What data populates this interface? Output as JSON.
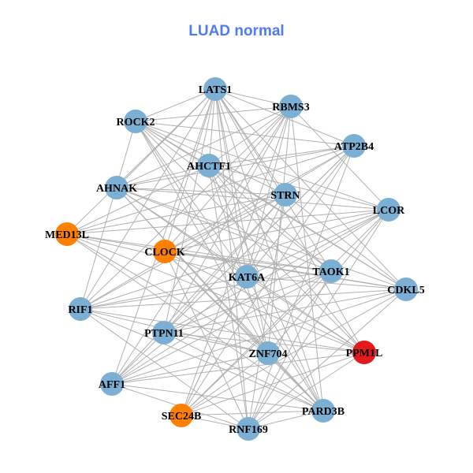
{
  "title": "LUAD normal",
  "colors": {
    "title": "#4F7CF0",
    "default": "#7BAFD4",
    "orange": "#FF7F00",
    "red": "#E41A1C",
    "edge": "#B0B0B0"
  },
  "nodes": [
    {
      "label": "LATS1",
      "color": "default"
    },
    {
      "label": "RBMS3",
      "color": "default"
    },
    {
      "label": "ROCK2",
      "color": "default"
    },
    {
      "label": "ATP2B4",
      "color": "default"
    },
    {
      "label": "AHCTF1",
      "color": "default"
    },
    {
      "label": "AHNAK",
      "color": "default"
    },
    {
      "label": "STRN",
      "color": "default"
    },
    {
      "label": "LCOR",
      "color": "default"
    },
    {
      "label": "MED13L",
      "color": "orange"
    },
    {
      "label": "CLOCK",
      "color": "orange"
    },
    {
      "label": "TAOK1",
      "color": "default"
    },
    {
      "label": "KAT6A",
      "color": "default"
    },
    {
      "label": "CDKL5",
      "color": "default"
    },
    {
      "label": "RIF1",
      "color": "default"
    },
    {
      "label": "PTPN11",
      "color": "default"
    },
    {
      "label": "ZNF704",
      "color": "default"
    },
    {
      "label": "PPM1L",
      "color": "red"
    },
    {
      "label": "AFF1",
      "color": "default"
    },
    {
      "label": "SEC24B",
      "color": "orange"
    },
    {
      "label": "PARD3B",
      "color": "default"
    },
    {
      "label": "RNF169",
      "color": "default"
    }
  ],
  "edges": [
    [
      0,
      1
    ],
    [
      0,
      2
    ],
    [
      0,
      3
    ],
    [
      0,
      4
    ],
    [
      0,
      5
    ],
    [
      0,
      6
    ],
    [
      0,
      8
    ],
    [
      0,
      9
    ],
    [
      0,
      10
    ],
    [
      0,
      11
    ],
    [
      0,
      13
    ],
    [
      0,
      14
    ],
    [
      0,
      15
    ],
    [
      0,
      16
    ],
    [
      0,
      17
    ],
    [
      0,
      19
    ],
    [
      0,
      20
    ],
    [
      0,
      12
    ],
    [
      1,
      2
    ],
    [
      1,
      4
    ],
    [
      1,
      5
    ],
    [
      1,
      7
    ],
    [
      1,
      9
    ],
    [
      1,
      11
    ],
    [
      1,
      14
    ],
    [
      1,
      15
    ],
    [
      1,
      17
    ],
    [
      1,
      18
    ],
    [
      1,
      13
    ],
    [
      1,
      19
    ],
    [
      2,
      3
    ],
    [
      2,
      4
    ],
    [
      2,
      6
    ],
    [
      2,
      7
    ],
    [
      2,
      10
    ],
    [
      2,
      11
    ],
    [
      2,
      12
    ],
    [
      2,
      15
    ],
    [
      2,
      16
    ],
    [
      2,
      19
    ],
    [
      2,
      13
    ],
    [
      3,
      4
    ],
    [
      3,
      5
    ],
    [
      3,
      8
    ],
    [
      3,
      9
    ],
    [
      3,
      11
    ],
    [
      3,
      14
    ],
    [
      3,
      17
    ],
    [
      3,
      18
    ],
    [
      3,
      20
    ],
    [
      3,
      13
    ],
    [
      4,
      5
    ],
    [
      4,
      7
    ],
    [
      4,
      8
    ],
    [
      4,
      10
    ],
    [
      4,
      12
    ],
    [
      4,
      15
    ],
    [
      4,
      16
    ],
    [
      4,
      19
    ],
    [
      4,
      20
    ],
    [
      5,
      6
    ],
    [
      5,
      7
    ],
    [
      5,
      10
    ],
    [
      5,
      11
    ],
    [
      5,
      12
    ],
    [
      5,
      15
    ],
    [
      5,
      16
    ],
    [
      5,
      19
    ],
    [
      6,
      8
    ],
    [
      6,
      9
    ],
    [
      6,
      13
    ],
    [
      6,
      14
    ],
    [
      6,
      17
    ],
    [
      6,
      18
    ],
    [
      6,
      20
    ],
    [
      6,
      12
    ],
    [
      7,
      8
    ],
    [
      7,
      9
    ],
    [
      7,
      11
    ],
    [
      7,
      13
    ],
    [
      7,
      14
    ],
    [
      7,
      15
    ],
    [
      7,
      17
    ],
    [
      7,
      18
    ],
    [
      7,
      20
    ],
    [
      8,
      10
    ],
    [
      8,
      11
    ],
    [
      8,
      12
    ],
    [
      8,
      15
    ],
    [
      8,
      16
    ],
    [
      8,
      19
    ],
    [
      9,
      10
    ],
    [
      9,
      12
    ],
    [
      9,
      15
    ],
    [
      9,
      16
    ],
    [
      9,
      19
    ],
    [
      9,
      20
    ],
    [
      10,
      13
    ],
    [
      10,
      14
    ],
    [
      10,
      17
    ],
    [
      10,
      18
    ],
    [
      10,
      20
    ],
    [
      11,
      13
    ],
    [
      11,
      16
    ],
    [
      11,
      17
    ],
    [
      11,
      18
    ],
    [
      11,
      19
    ],
    [
      11,
      12
    ],
    [
      12,
      13
    ],
    [
      12,
      14
    ],
    [
      12,
      17
    ],
    [
      12,
      18
    ],
    [
      12,
      20
    ],
    [
      13,
      15
    ],
    [
      13,
      16
    ],
    [
      13,
      19
    ],
    [
      13,
      20
    ],
    [
      14,
      16
    ],
    [
      14,
      19
    ],
    [
      14,
      15
    ],
    [
      15,
      17
    ],
    [
      15,
      18
    ],
    [
      15,
      19
    ],
    [
      16,
      17
    ],
    [
      16,
      18
    ],
    [
      16,
      20
    ],
    [
      17,
      19
    ],
    [
      17,
      20
    ],
    [
      18,
      19
    ],
    [
      18,
      20
    ],
    [
      19,
      20
    ]
  ]
}
